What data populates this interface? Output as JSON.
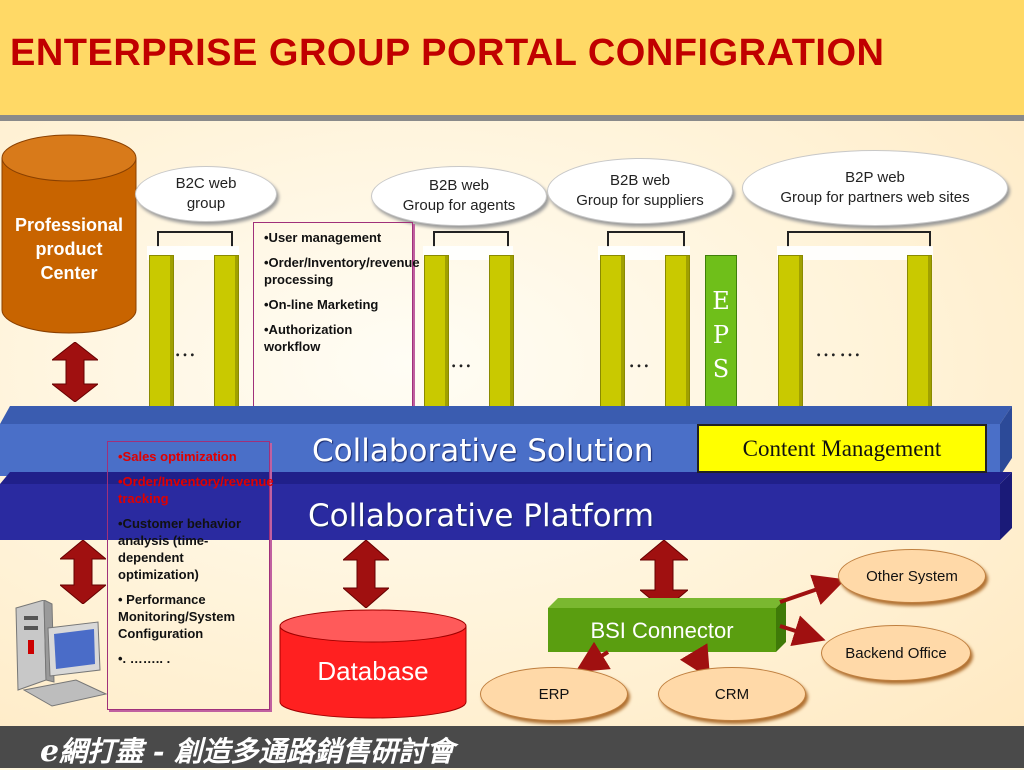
{
  "title": "ENTERPRISE GROUP PORTAL CONFIGRATION",
  "footer": {
    "e": "e",
    "text": "網打盡 - 創造多通路銷售研討會"
  },
  "professional_center": {
    "line1": "Professional",
    "line2": "product",
    "line3": "Center"
  },
  "groups": {
    "b2c": {
      "line1": "B2C web",
      "line2": "group"
    },
    "b2b_agents": {
      "line1": "B2B web",
      "line2": "Group for agents"
    },
    "b2b_suppliers": {
      "line1": "B2B web",
      "line2": "Group for suppliers"
    },
    "b2p": {
      "line1": "B2P web",
      "line2": "Group for partners web sites"
    }
  },
  "dots": {
    "d1": "…",
    "d2": "…",
    "d3": "…",
    "d4": "……"
  },
  "eps": {
    "e": "E",
    "p": "P",
    "s": "S"
  },
  "feature_list_top": [
    "•User management",
    "•Order/Inventory/revenue processing",
    "•On-line Marketing",
    "•Authorization workflow"
  ],
  "feature_list_bottom": {
    "red": [
      "•Sales optimization",
      "•Order/Inventory/revenue tracking"
    ],
    "black": [
      "•Customer behavior analysis (time- dependent optimization)",
      "• Performance Monitoring/System Configuration",
      "•. …….. ."
    ]
  },
  "bands": {
    "solution": "Collaborative Solution",
    "platform": "Collaborative Platform",
    "content_management": "Content Management"
  },
  "database": "Database",
  "bsi_connector": "BSI Connector",
  "systems": {
    "other": "Other System",
    "backend": "Backend Office",
    "erp": "ERP",
    "crm": "CRM"
  },
  "colors": {
    "title_red": "#c00000",
    "title_band": "#ffd966",
    "pillar": "#c9c900",
    "eps": "#6fbf1a",
    "solution_band": "#4a6fc8",
    "platform_band": "#2a2aa0",
    "content_box": "#ffff00",
    "database": "#ff2020",
    "bsi": "#5a9e10",
    "arrow": "#a01010",
    "oval": "#ffd9a8"
  }
}
